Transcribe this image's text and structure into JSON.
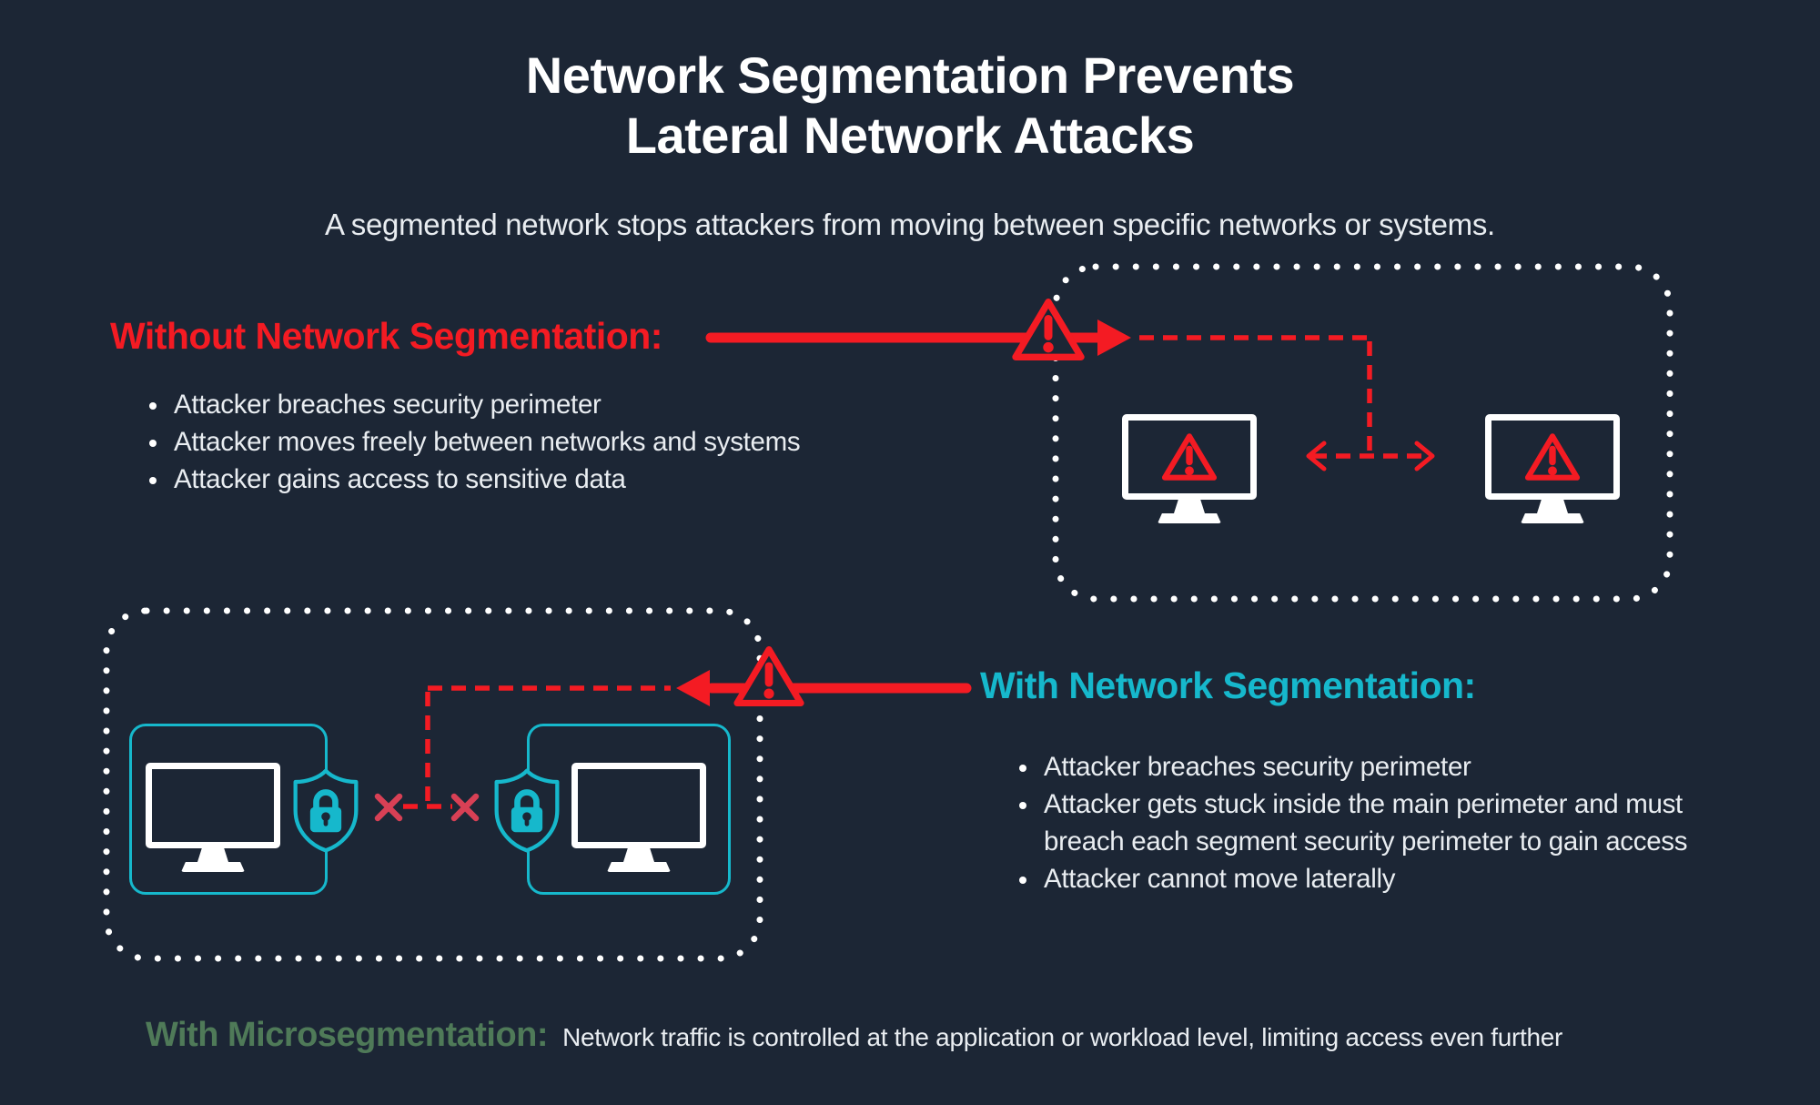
{
  "page": {
    "title_line1": "Network Segmentation Prevents",
    "title_line2": "Lateral Network Attacks",
    "subtitle": "A segmented network stops attackers from moving between specific networks or systems."
  },
  "without_segmentation": {
    "heading": "Without Network Segmentation:",
    "bullets": [
      "Attacker breaches security perimeter",
      "Attacker moves freely between networks and systems",
      "Attacker gains access to sensitive data"
    ]
  },
  "with_segmentation": {
    "heading": "With Network Segmentation:",
    "bullets": [
      "Attacker breaches security perimeter",
      "Attacker gets stuck inside the main perimeter and must breach each segment security perimeter to gain access",
      "Attacker cannot move laterally"
    ]
  },
  "microsegmentation": {
    "heading": "With Microsegmentation:",
    "description": "Network traffic is controlled at the application or workload level, limiting access even further"
  },
  "icons": {
    "warning_icon": "warning-triangle-exclamation",
    "computer_icon": "desktop-monitor",
    "computer_alert_icon": "desktop-monitor-with-warning",
    "shield_lock_icon": "shield-with-padlock",
    "blocked_icon": "x-mark",
    "perimeter_icon": "dotted-rounded-border",
    "arrow_icon": "red-attack-arrow"
  },
  "colors": {
    "background": "#1c2635",
    "red": "#f41b23",
    "crimson_x": "#d84055",
    "teal": "#16b8cc",
    "green": "#4f7a58",
    "white": "#ffffff",
    "offwhite": "#e9edf1"
  }
}
